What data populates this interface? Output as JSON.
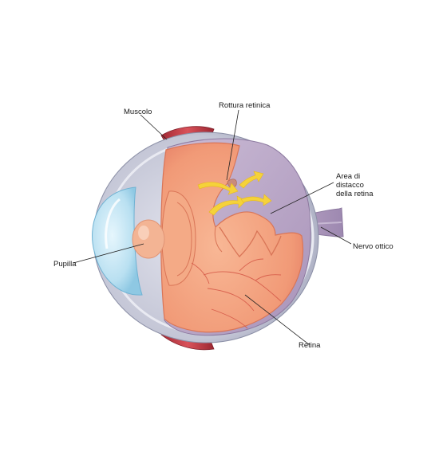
{
  "diagram": {
    "labels": {
      "muscle": "Muscolo",
      "retinal_tear": "Rottura retinica",
      "detachment_line1": "Area di",
      "detachment_line2": "distacco",
      "detachment_line3": "della retina",
      "optic_nerve": "Nervo ottico",
      "pupil": "Pupilla",
      "retina": "Retina"
    },
    "colors": {
      "retina": "#f3a381",
      "retina_light": "#f8c2a4",
      "vitreous": "#b7a4c3",
      "sclera": "#c8cad8",
      "cornea": "#b8dff0",
      "muscle": "#c9404a",
      "arrow": "#f5d23a"
    }
  }
}
